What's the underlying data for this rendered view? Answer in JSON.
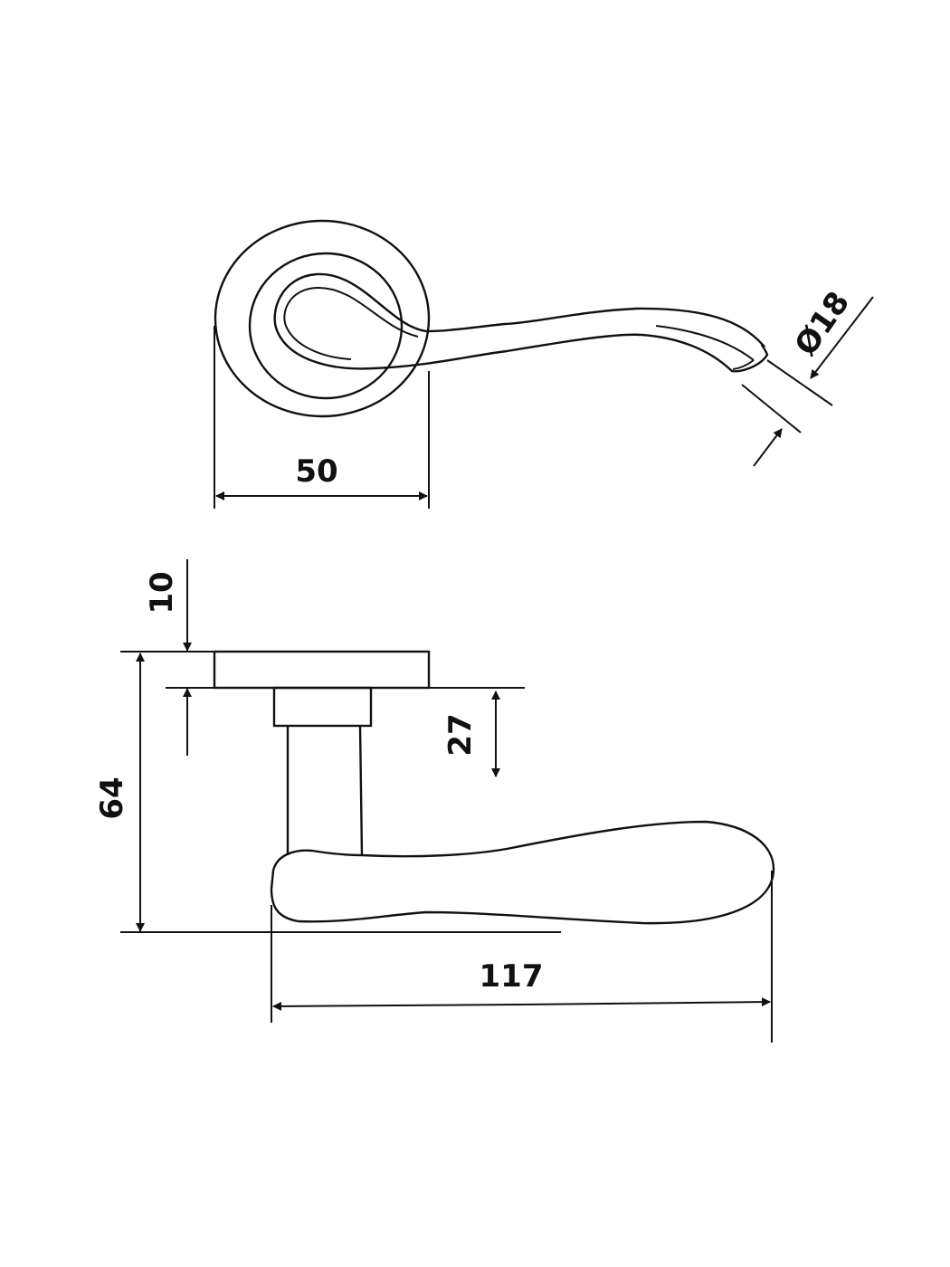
{
  "drawing": {
    "top_view": {
      "rose_diameter_label": "50",
      "grip_diameter_label": "Ø18"
    },
    "side_view": {
      "rose_thickness_label": "10",
      "neck_height_label": "27",
      "total_height_label": "64",
      "lever_length_label": "117"
    },
    "colors": {
      "line": "#111111",
      "background": "#ffffff"
    }
  }
}
